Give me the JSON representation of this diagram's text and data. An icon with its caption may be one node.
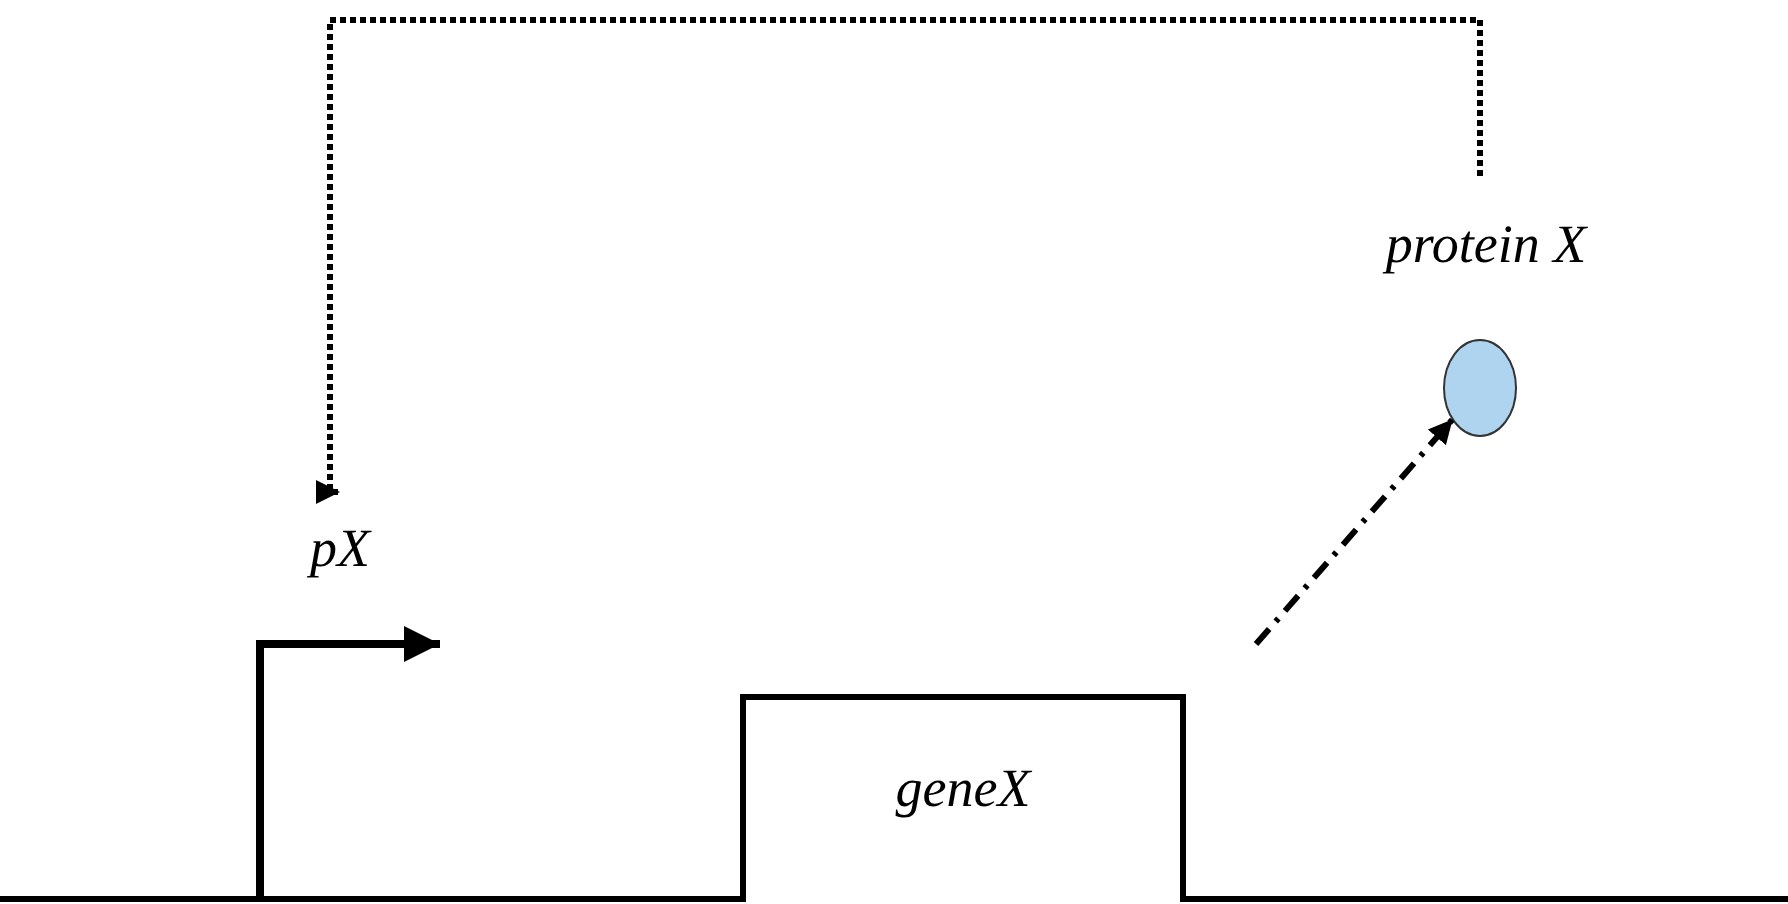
{
  "diagram": {
    "nodes": [
      {
        "text": [
          "pX"
        ]
      },
      {
        "text": [
          "geneX"
        ]
      },
      {
        "text": [
          "protein X"
        ]
      }
    ],
    "edges": [
      {
        "from": 2,
        "to": 0,
        "arrow": "to",
        "style": "dashed"
      },
      {
        "from": null,
        "to": 2,
        "arrow": "to",
        "style": "dashed"
      }
    ]
  }
}
